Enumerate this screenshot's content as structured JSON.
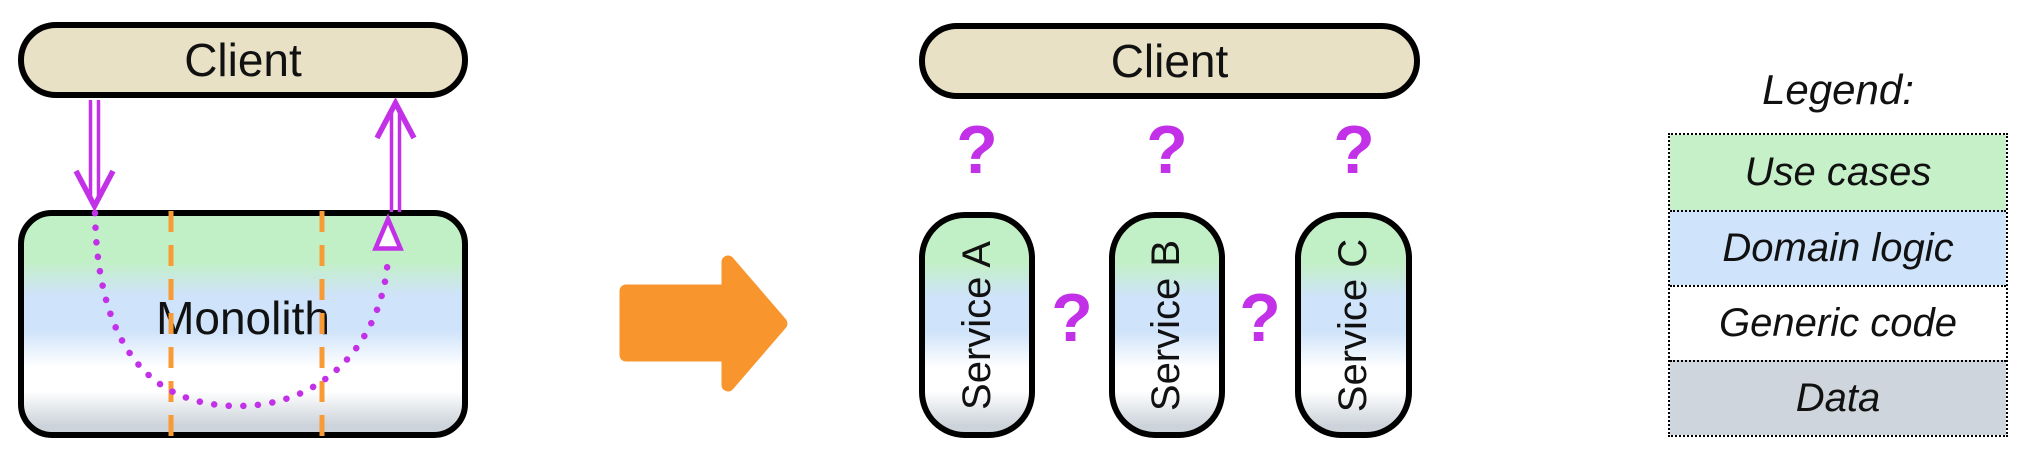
{
  "left": {
    "client_label": "Client",
    "monolith_label": "Monolith"
  },
  "right": {
    "client_label": "Client",
    "services": [
      {
        "label": "Service A"
      },
      {
        "label": "Service B"
      },
      {
        "label": "Service C"
      }
    ],
    "client_question_marks": [
      "?",
      "?",
      "?"
    ],
    "service_question_marks": [
      "?",
      "?"
    ]
  },
  "legend": {
    "title": "Legend:",
    "items": [
      {
        "label": "Use cases",
        "color": "#c6f0c7"
      },
      {
        "label": "Domain logic",
        "color": "#cfe3fa"
      },
      {
        "label": "Generic code",
        "color": "#ffffff"
      },
      {
        "label": "Data",
        "color": "#ced5dc"
      }
    ]
  },
  "colors": {
    "client_fill": "#e8e1c5",
    "use_cases": "#c2f0c6",
    "domain_logic": "#cfe3fa",
    "generic_code": "#ffffff",
    "data": "#ccd3da",
    "connector_purple": "#c230e8",
    "partition_orange": "#f89b35",
    "arrow_orange": "#f9952d",
    "border": "#000000"
  }
}
